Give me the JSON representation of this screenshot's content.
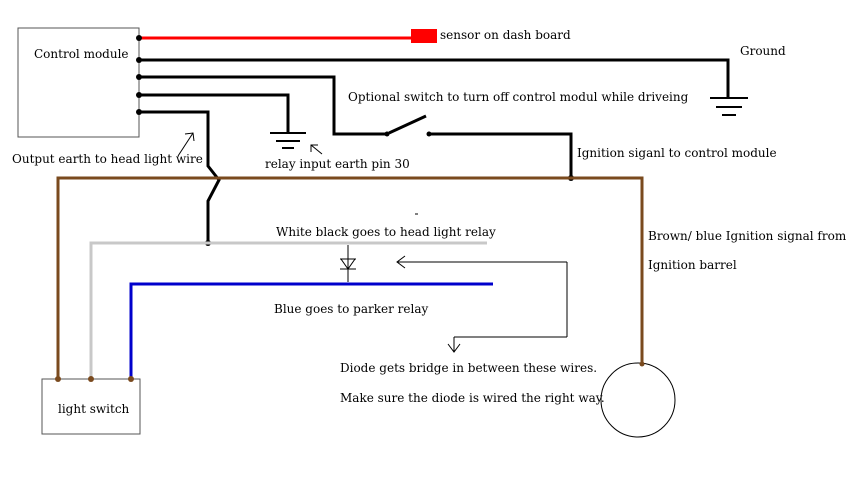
{
  "labels": {
    "control_module": "Control module",
    "sensor": "sensor on dash board",
    "ground": "Ground",
    "optional_switch": "Optional switch to turn off control modul while driveing",
    "output_earth": "Output earth to head light wire",
    "relay_input": "relay input earth pin 30",
    "ignition_signal": "Ignition siganl to control module",
    "white_black": "White black goes to head light relay",
    "brown_blue_1": "Brown/ blue Ignition signal from",
    "brown_blue_2": "Ignition barrel",
    "blue_parker": "Blue goes to parker relay",
    "diode_note_1": "Diode gets bridge in between these wires.",
    "diode_note_2": "Make sure the diode is wired the right way.",
    "light_switch": "light switch"
  },
  "colors": {
    "red_wire": "#ff0000",
    "brown_wire": "#7a4a1e",
    "grey_wire": "#c8c8c8",
    "blue_wire": "#0000cc",
    "black_wire": "#000000"
  }
}
